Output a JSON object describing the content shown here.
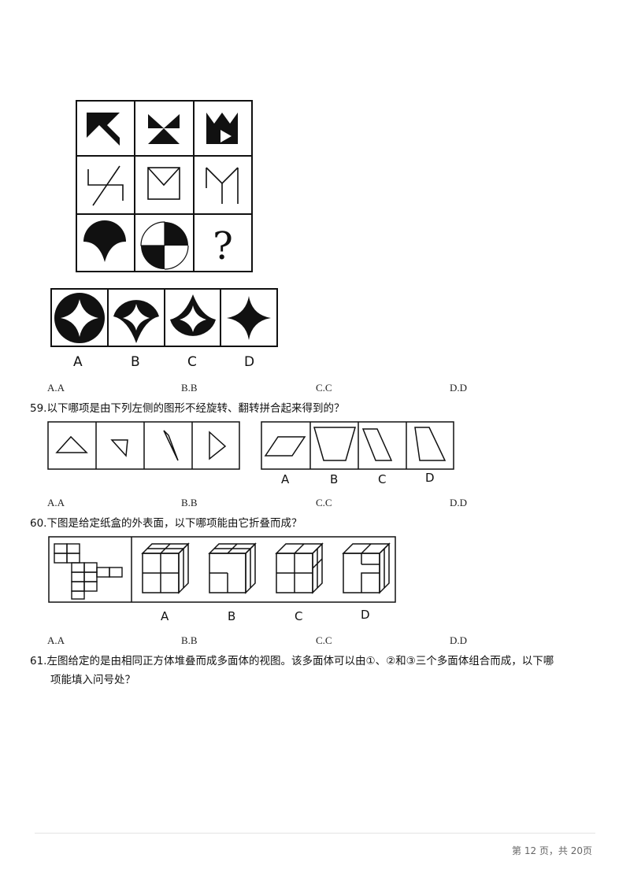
{
  "q58": {
    "answer_labels": [
      "A",
      "B",
      "C",
      "D"
    ],
    "options": [
      "A.A",
      "B.B",
      "C.C",
      "D.D"
    ],
    "question_mark": "?"
  },
  "q59": {
    "text": "59.以下哪项是由下列左侧的图形不经旋转、翻转拼合起来得到的？",
    "answer_labels": [
      "A",
      "B",
      "C",
      "D"
    ],
    "options": [
      "A.A",
      "B.B",
      "C.C",
      "D.D"
    ]
  },
  "q60": {
    "text": "60.下图是给定纸盒的外表面，以下哪项能由它折叠而成？",
    "answer_labels": [
      "A",
      "B",
      "C",
      "D"
    ],
    "options": [
      "A.A",
      "B.B",
      "C.C",
      "D.D"
    ]
  },
  "q61": {
    "text_line1": "61.左图给定的是由相同正方体堆叠而成多面体的视图。该多面体可以由①、②和③三个多面体组合而成，以下哪",
    "text_line2": "项能填入问号处？"
  },
  "footer": {
    "page": "第 12 页，共 20页"
  }
}
